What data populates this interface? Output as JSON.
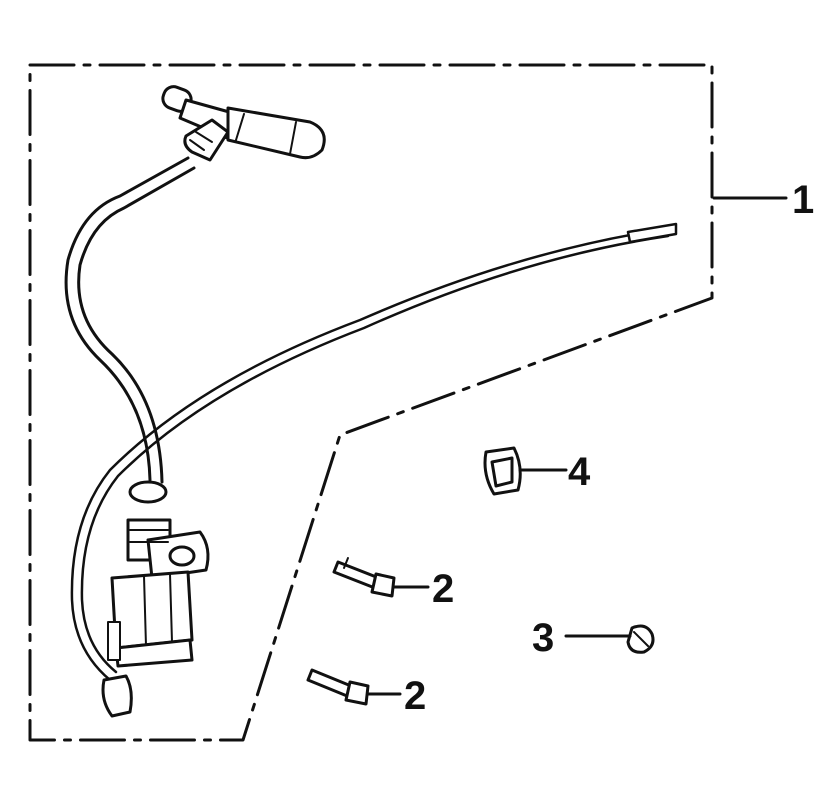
{
  "diagram": {
    "callouts": [
      {
        "id": "callout-1",
        "label": "1",
        "part": "ignition-coil-assembly"
      },
      {
        "id": "callout-2a",
        "label": "2",
        "part": "bolt"
      },
      {
        "id": "callout-2b",
        "label": "2",
        "part": "bolt"
      },
      {
        "id": "callout-3",
        "label": "3",
        "part": "screw"
      },
      {
        "id": "callout-4",
        "label": "4",
        "part": "clip-nut"
      }
    ],
    "colors": {
      "ink": "#111111",
      "background": "#ffffff"
    }
  }
}
